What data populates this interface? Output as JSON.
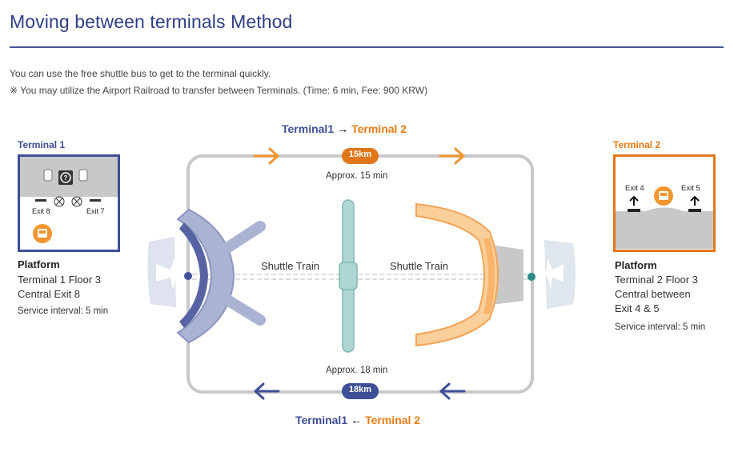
{
  "page": {
    "title": "Moving between terminals Method",
    "intro_line1": "You can use the free shuttle bus to get to the terminal quickly.",
    "intro_line2": "※ You may utilize the Airport Railroad to transfer between Terminals. (Time: 6 min, Fee: 900 KRW)"
  },
  "route_top": {
    "from": "Terminal1",
    "arrow": "→",
    "to": "Terminal 2",
    "distance": "15km",
    "time": "Approx. 15 min"
  },
  "route_bottom": {
    "from": "Terminal1",
    "arrow": "←",
    "to": "Terminal 2",
    "distance": "18km",
    "time": "Approx. 18 min"
  },
  "shuttle_train": {
    "left_label": "Shuttle Train",
    "right_label": "Shuttle Train"
  },
  "terminal1": {
    "label": "Terminal 1",
    "exit_left": "Exit 8",
    "exit_right": "Exit 7",
    "platform_title": "Platform",
    "platform_line1": "Terminal 1 Floor 3",
    "platform_line2": "Central Exit 8",
    "service_interval": "Service interval: 5 min"
  },
  "terminal2": {
    "label": "Terminal 2",
    "exit_left": "Exit 4",
    "exit_right": "Exit 5",
    "platform_title": "Platform",
    "platform_line1": "Terminal 2 Floor 3",
    "platform_line2": "Central between",
    "platform_line3": "Exit 4 & 5",
    "service_interval": "Service interval: 5 min"
  },
  "colors": {
    "t1_blue": "#3f4f96",
    "t2_orange": "#ea7a14",
    "loop_gray": "#c8c8c8",
    "train_teal": "#a8d4d0"
  },
  "icons": [
    "bus-icon",
    "arrow-right-icon",
    "arrow-left-icon",
    "airplane-icon",
    "info-icon",
    "car-icon",
    "turnstile-icon",
    "up-arrow-icon"
  ]
}
